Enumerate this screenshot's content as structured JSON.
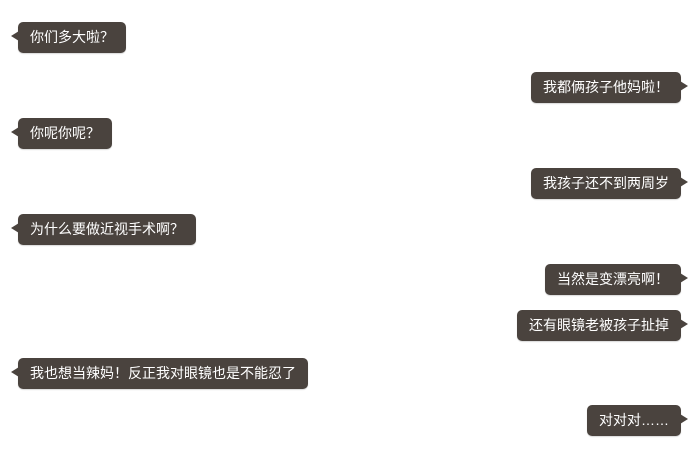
{
  "chat": {
    "colors": {
      "bubble": "#4a433e",
      "text": "#ffffff",
      "background": "#ffffff"
    },
    "messages": [
      {
        "side": "left",
        "text": "你们多大啦？"
      },
      {
        "side": "right",
        "text": "我都俩孩子他妈啦！"
      },
      {
        "side": "left",
        "text": "你呢你呢？"
      },
      {
        "side": "right",
        "text": "我孩子还不到两周岁"
      },
      {
        "side": "left",
        "text": "为什么要做近视手术啊？"
      },
      {
        "side": "right",
        "text": "当然是变漂亮啊！"
      },
      {
        "side": "right",
        "text": "还有眼镜老被孩子扯掉"
      },
      {
        "side": "left",
        "text": "我也想当辣妈！反正我对眼镜也是不能忍了"
      },
      {
        "side": "right",
        "text": "对对对……"
      }
    ]
  }
}
